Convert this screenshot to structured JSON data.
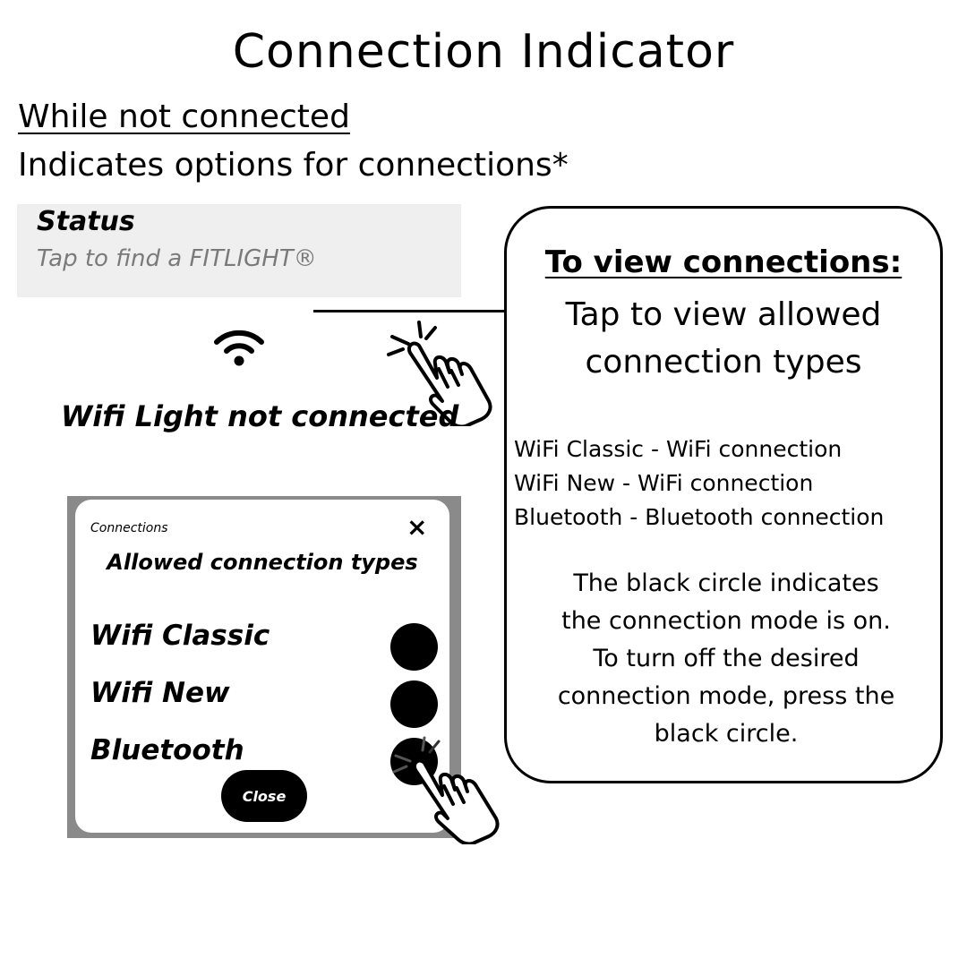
{
  "page": {
    "title": "Connection Indicator",
    "subheading": "While not connected",
    "intro": "Indicates options for connections*"
  },
  "status_card": {
    "title": "Status",
    "subtitle": "Tap to find a FITLIGHT®"
  },
  "indicator": {
    "icon": "wifi-icon",
    "text": "Wifi Light not connected"
  },
  "callout": {
    "heading": "To view connections:",
    "tap_line1": "Tap to view allowed",
    "tap_line2": "connection types",
    "list": [
      "WiFi Classic - WiFi connection",
      "WiFi New - WiFi connection",
      "Bluetooth - Bluetooth connection"
    ],
    "note_lines": [
      "The black circle indicates",
      "the connection mode is on.",
      "To turn off the desired",
      "connection mode, press the",
      "black circle."
    ]
  },
  "modal": {
    "label": "Connections",
    "close_icon": "×",
    "heading": "Allowed connection types",
    "options": [
      {
        "label": "Wifi Classic",
        "state": "on"
      },
      {
        "label": "Wifi New",
        "state": "on"
      },
      {
        "label": "Bluetooth",
        "state": "on"
      }
    ],
    "close_button": "Close"
  },
  "colors": {
    "status_bg": "#efefef",
    "status_sub": "#7a7a7a",
    "modal_frame": "#8a8a8a",
    "toggle_on": "#000000"
  }
}
